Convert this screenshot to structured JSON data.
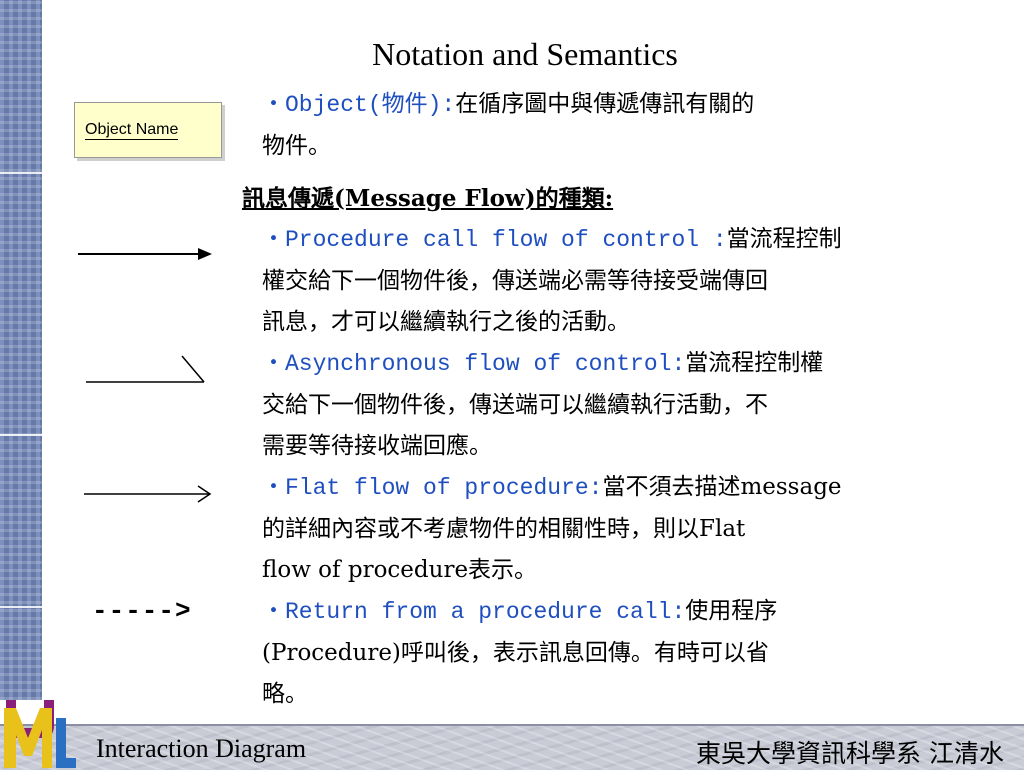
{
  "slide": {
    "title": "Notation and Semantics",
    "object_box_label": "Object Name",
    "intro": {
      "bullet": "・",
      "term": "Object(物件):",
      "desc_line1": "在循序圖中與傳遞傳訊有關的",
      "desc_line2": "物件。"
    },
    "section_heading": "訊息傳遞(Message Flow)的種類:",
    "items": [
      {
        "bullet": "・",
        "term": "Procedure call flow of control :",
        "line1_rest": "當流程控制",
        "line2": "權交給下一個物件後，傳送端必需等待接受端傳回",
        "line3": "訊息，才可以繼續執行之後的活動。"
      },
      {
        "bullet": "・",
        "term": "Asynchronous flow of control:",
        "line1_rest": "當流程控制權",
        "line2": "交給下一個物件後，傳送端可以繼續執行活動，不",
        "line3": "需要等待接收端回應。"
      },
      {
        "bullet": "・",
        "term": "Flat flow of procedure:",
        "line1_rest": "當不須去描述message",
        "line2": "的詳細內容或不考慮物件的相關性時，則以Flat",
        "line3": "flow of procedure表示。"
      },
      {
        "bullet": "・",
        "term": "Return from a procedure call:",
        "line1_rest": "使用程序",
        "line2": "(Procedure)呼叫後，表示訊息回傳。有時可以省",
        "line3": "略。"
      }
    ],
    "return_arrow_text": "----->",
    "footer_left": "Interaction Diagram",
    "footer_right": "東吳大學資訊科學系 江清水"
  },
  "colors": {
    "accent_blue": "#1f4fbf",
    "object_fill": "#ffffcc",
    "strip": "#6f84b6"
  }
}
